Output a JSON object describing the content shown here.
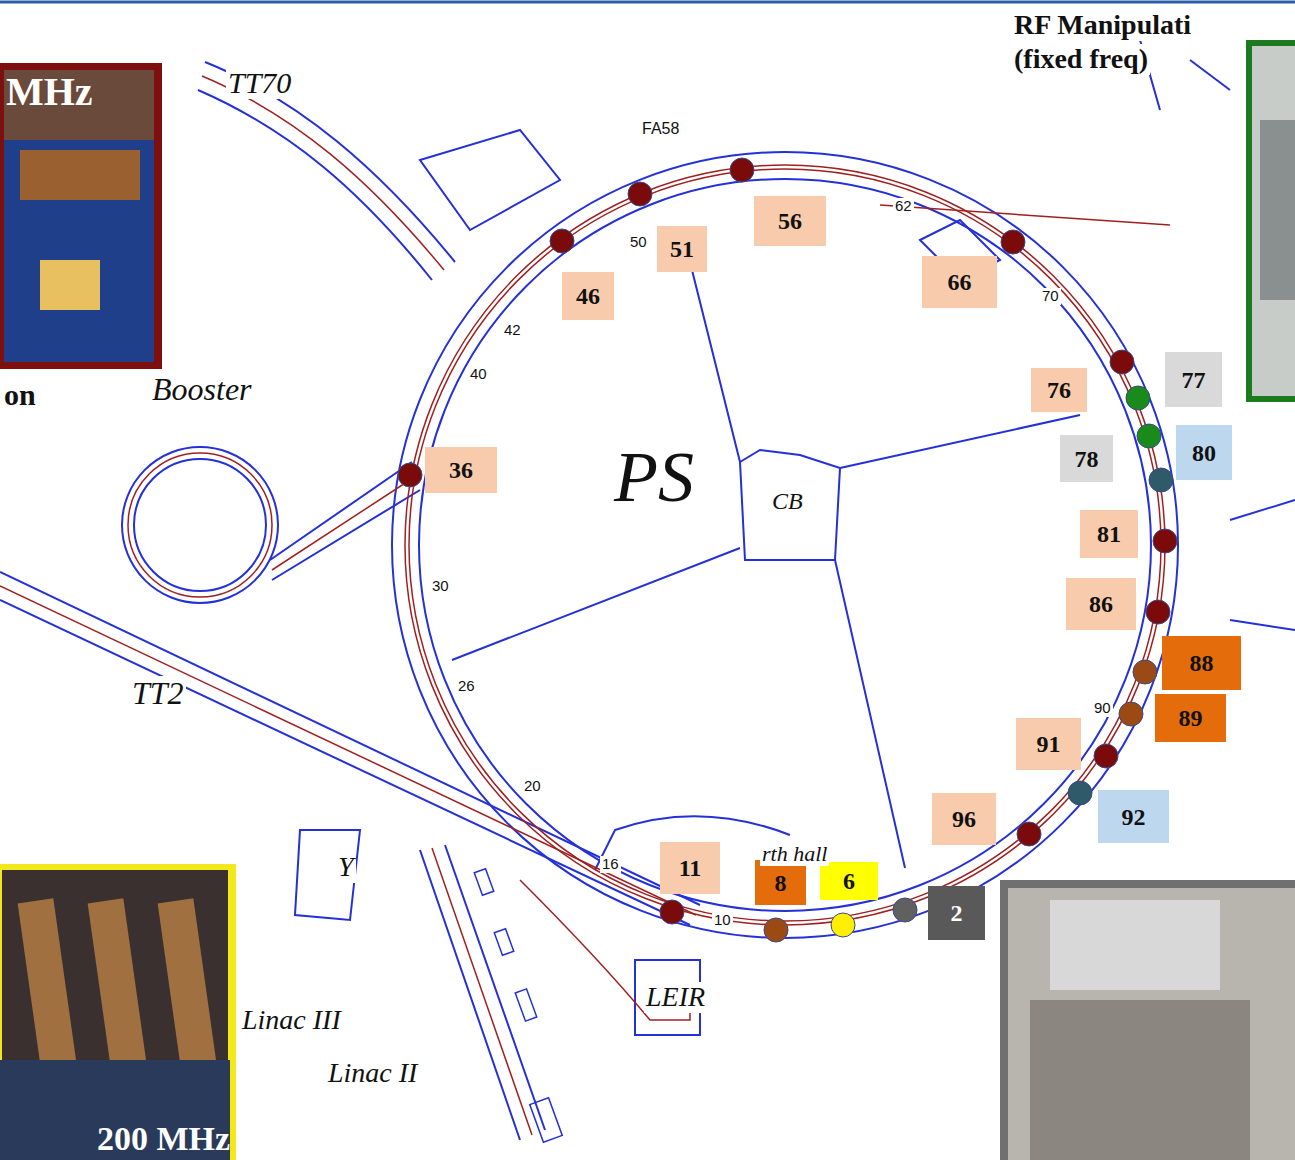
{
  "diagram": {
    "nodes": [
      {
        "text": [
          "46"
        ]
      },
      {
        "text": [
          "51"
        ]
      },
      {
        "text": [
          "56"
        ]
      },
      {
        "text": [
          "66"
        ]
      },
      {
        "text": [
          "76"
        ]
      },
      {
        "text": [
          "77"
        ]
      },
      {
        "text": [
          "78"
        ]
      },
      {
        "text": [
          "80"
        ]
      },
      {
        "text": [
          "36"
        ]
      },
      {
        "text": [
          "81"
        ]
      },
      {
        "text": [
          "86"
        ]
      },
      {
        "text": [
          "88"
        ]
      },
      {
        "text": [
          "89"
        ]
      },
      {
        "text": [
          "91"
        ]
      },
      {
        "text": [
          "96"
        ]
      },
      {
        "text": [
          "92"
        ]
      },
      {
        "text": [
          "11"
        ]
      },
      {
        "text": [
          "8"
        ]
      },
      {
        "text": [
          "6"
        ]
      },
      {
        "text": [
          "2"
        ]
      }
    ],
    "labels": [
      "TT70",
      "FA58",
      "50",
      "42",
      "40",
      "Booster",
      "PS",
      "CB",
      "62",
      "70",
      "30",
      "26",
      "TT2",
      "20",
      "16",
      "10",
      "Y",
      "rth hall",
      "Linac III",
      "Linac II",
      "LEIR",
      "90",
      "MHz",
      "on",
      "RF Manipulati",
      "(fixed freq)",
      "200 MHz"
    ]
  }
}
